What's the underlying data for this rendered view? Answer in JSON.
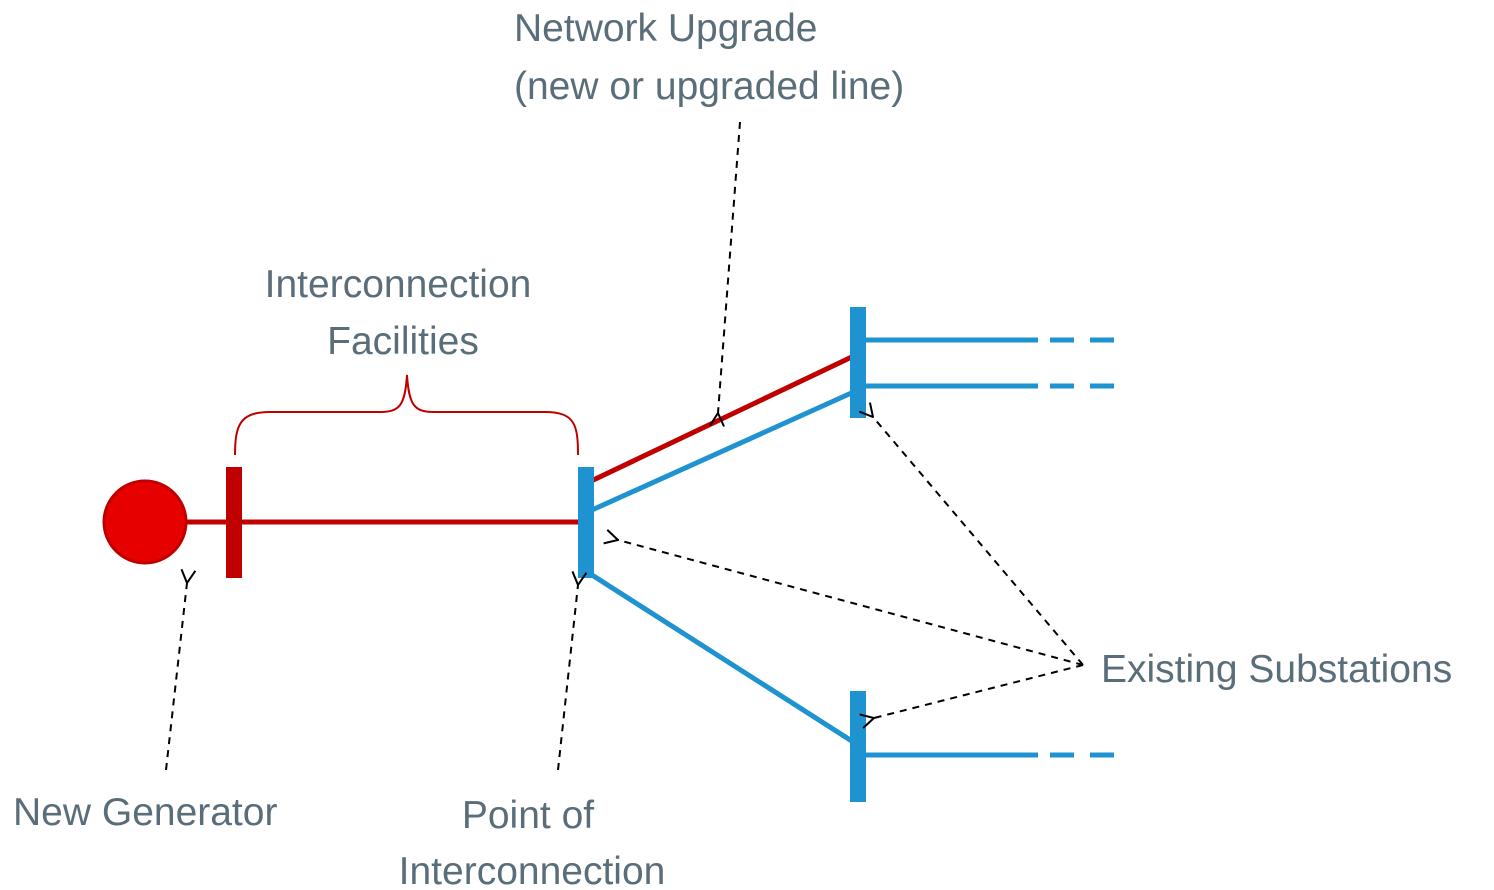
{
  "labels": {
    "network_upgrade": {
      "line1": "Network Upgrade",
      "line2": "(new or upgraded line)"
    },
    "interconnection_facilities": {
      "line1": "Interconnection",
      "line2": "Facilities"
    },
    "existing_substations": "Existing Substations",
    "new_generator": "New Generator",
    "point_of_interconnection": {
      "line1": "Point of",
      "line2": "Interconnection"
    }
  },
  "colors": {
    "new_element": "#c00000",
    "generator_fill": "#e60000",
    "existing_element": "#1f93d0",
    "label_text": "#5a6e7a",
    "arrow": "#000000"
  },
  "icons": {
    "generator": "red-circle",
    "bus": "vertical-bar",
    "arrow": "dashed-arrow"
  }
}
